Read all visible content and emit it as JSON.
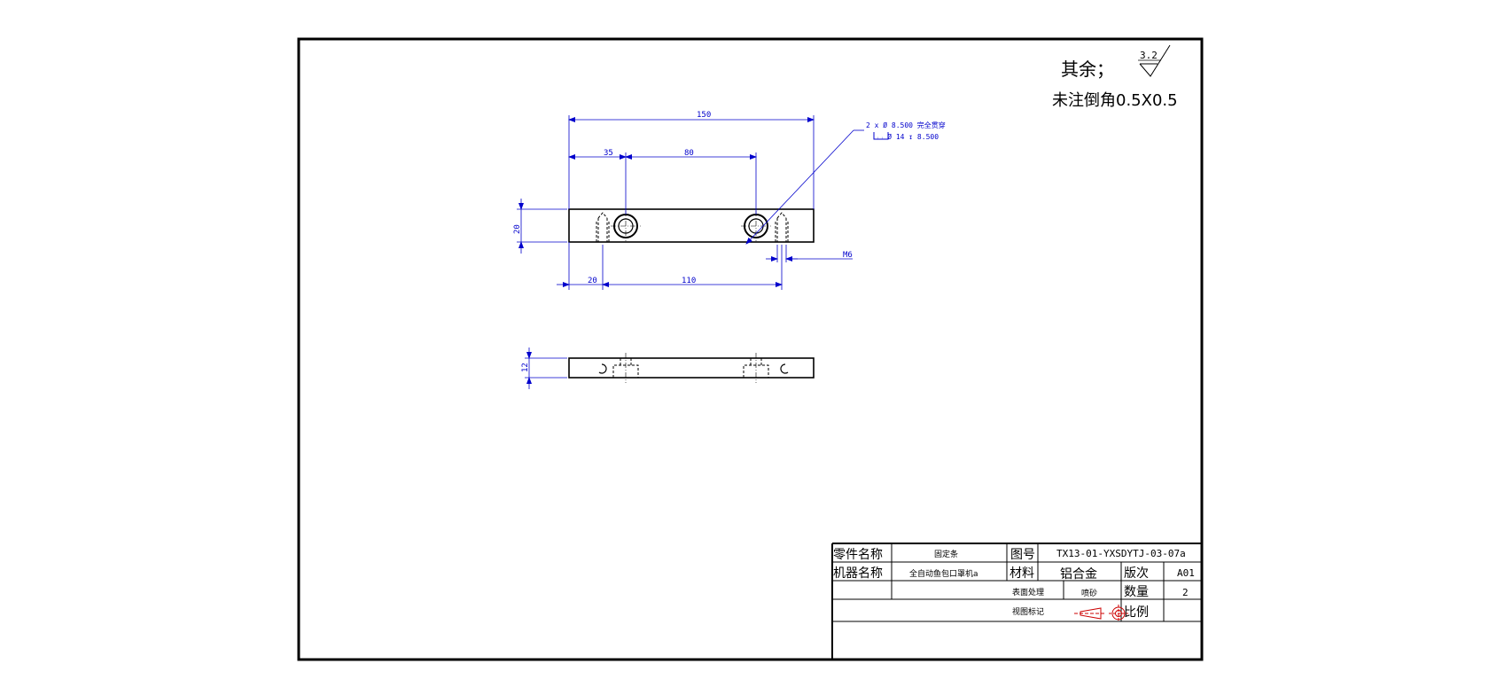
{
  "notes": {
    "qiyu": "其余；",
    "roughness": "3.2",
    "chamfer": "未注倒角0.5X0.5"
  },
  "dimensions": {
    "overall_length": "150",
    "d35": "35",
    "d80": "80",
    "height": "20",
    "d20": "20",
    "d110": "110",
    "thread": "M6",
    "thickness": "12"
  },
  "hole_callout": {
    "line1": "2 x  Ø 8.500 完全贯穿",
    "line2": "⌴ Ø 14  ↧ 8.500"
  },
  "title_block": {
    "part_name_label": "零件名称",
    "part_name": "固定条",
    "drawing_no_label": "图号",
    "drawing_no": "TX13-01-YXSDYTJ-03-07a",
    "machine_label": "机器名称",
    "machine": "全自动鱼包口罩机a",
    "material_label": "材料",
    "material": "铝合金",
    "version_label": "版次",
    "version": "A01",
    "surface_label": "表面处理",
    "surface": "喷砂",
    "qty_label": "数量",
    "qty": "2",
    "view_label": "视图标记",
    "scale_label": "比例",
    "scale": ""
  },
  "colors": {
    "dimension": "#0000cc",
    "outline": "#000000",
    "symbol": "#cc0000"
  }
}
